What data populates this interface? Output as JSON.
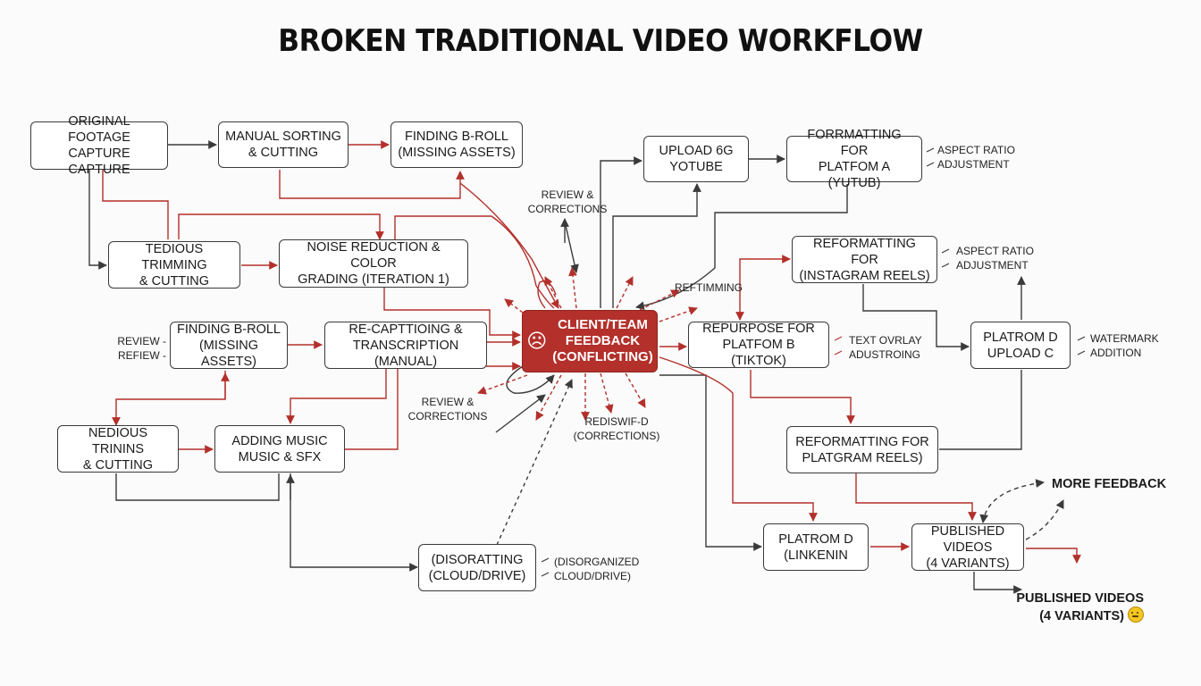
{
  "title": "BROKEN TRADITIONAL VIDEO WORKFLOW",
  "colors": {
    "accent": "#b3302b",
    "line": "#3a3a3a",
    "hub_text": "#ffffff"
  },
  "hub": {
    "icon": "sad-face-icon",
    "label": "CLIENT/TEAM\nFEEDBACK\n(CONFLICTING)"
  },
  "nodes": {
    "original_footage": "ORIGINAL FOOTAGE\nCAPTURE CAPTURE",
    "manual_sorting": "MANUAL SORTING\n& CUTTING",
    "finding_broll_1": "FINDING B-ROLL\n(MISSING ASSETS)",
    "tedious_trimming": "TEDIOUS TRIMMING\n& CUTTING",
    "noise_reduction": "NOISE REDUCTION & COLOR\nGRADING (ITERATION 1)",
    "finding_broll_2": "FINDING B-ROLL\n(MISSING ASSETS)",
    "recaptioning": "RE-CAPTTIOING &\nTRANSCRIPTION (MANUAL)",
    "nedious_trinins": "NEDIOUS TRININS\n& CUTTING",
    "adding_music": "ADDING MUSIC\nMUSIC & SFX",
    "disoratting": "(DISORATTING\n(CLOUD/DRIVE)",
    "upload_youtube": "UPLOAD 6G\nYOTUBE",
    "formatting_youtube": "FORRMATTING FOR\nPLATFOM A (YUTUB)",
    "reformatting_instagram": "REFORMATTING FOR\n(INSTAGRAM REELS)",
    "repurpose_tiktok": "REPURPOSE FOR\nPLATFOM B (TIKTOK)",
    "platrom_d_upload": "PLATROM D\nUPLOAD C",
    "reformatting_platgram": "REFORMATTING FOR\nPLATGRAM REELS)",
    "platrom_d_linkedin": "PLATROM D\n(LINKENIN",
    "published_videos": "PUBLISHED VIDEOS\n(4 VARIANTS)"
  },
  "notes": {
    "review_corrections_top": "REVIEW &\nCORRECTIONS",
    "refimming": "REFTIMMING",
    "review_left": "REVIEW -\nREFIEW -",
    "review_corrections_mid": "REVIEW &\nCORRECTIONS",
    "rediswifd": "REDISWIF-D\n(CORRECTIONS)",
    "aspect_ratio_1": "ASPECT RATIO\nADJUSTMENT",
    "aspect_ratio_2": "ASPECT RATIO\nADJUSTMENT",
    "text_ovrlay": "TEXT OVRLAY\nADUSTROING",
    "watermark": "WATERMARK\nADDITION",
    "disorganized": "(DISORGANIZED\nCLOUD/DRIVE)",
    "more_feedback": "MORE FEEDBACK",
    "published_final": "PUBLISHED VIDEOS\n(4 VARIANTS)"
  }
}
